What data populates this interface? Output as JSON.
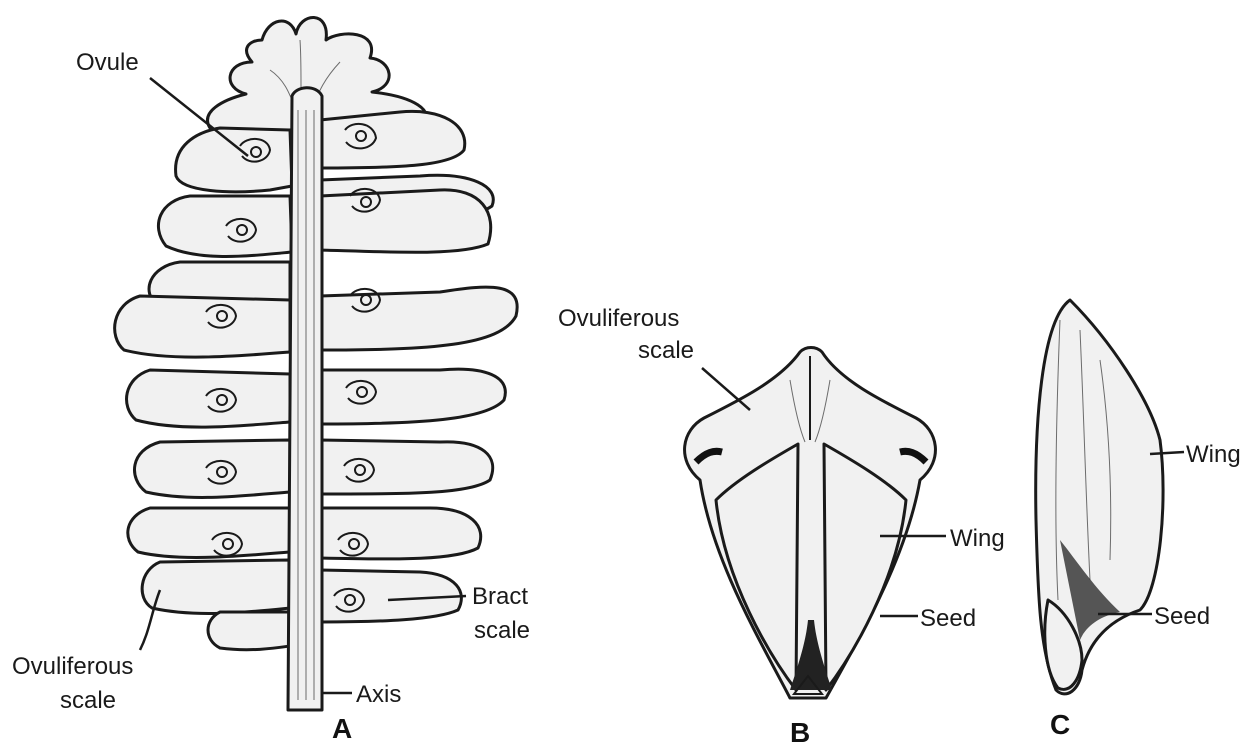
{
  "figure": {
    "panel_a": {
      "letter": "A",
      "labels": {
        "ovule": "Ovule",
        "bract_scale_line1": "Bract",
        "bract_scale_line2": "scale",
        "ovuliferous_line1": "Ovuliferous",
        "ovuliferous_line2": "scale",
        "axis": "Axis"
      }
    },
    "panel_b": {
      "letter": "B",
      "labels": {
        "ovuliferous_line1": "Ovuliferous",
        "ovuliferous_line2": "scale",
        "wing": "Wing",
        "seed": "Seed"
      }
    },
    "panel_c": {
      "letter": "C",
      "labels": {
        "wing": "Wing",
        "seed": "Seed"
      }
    }
  }
}
